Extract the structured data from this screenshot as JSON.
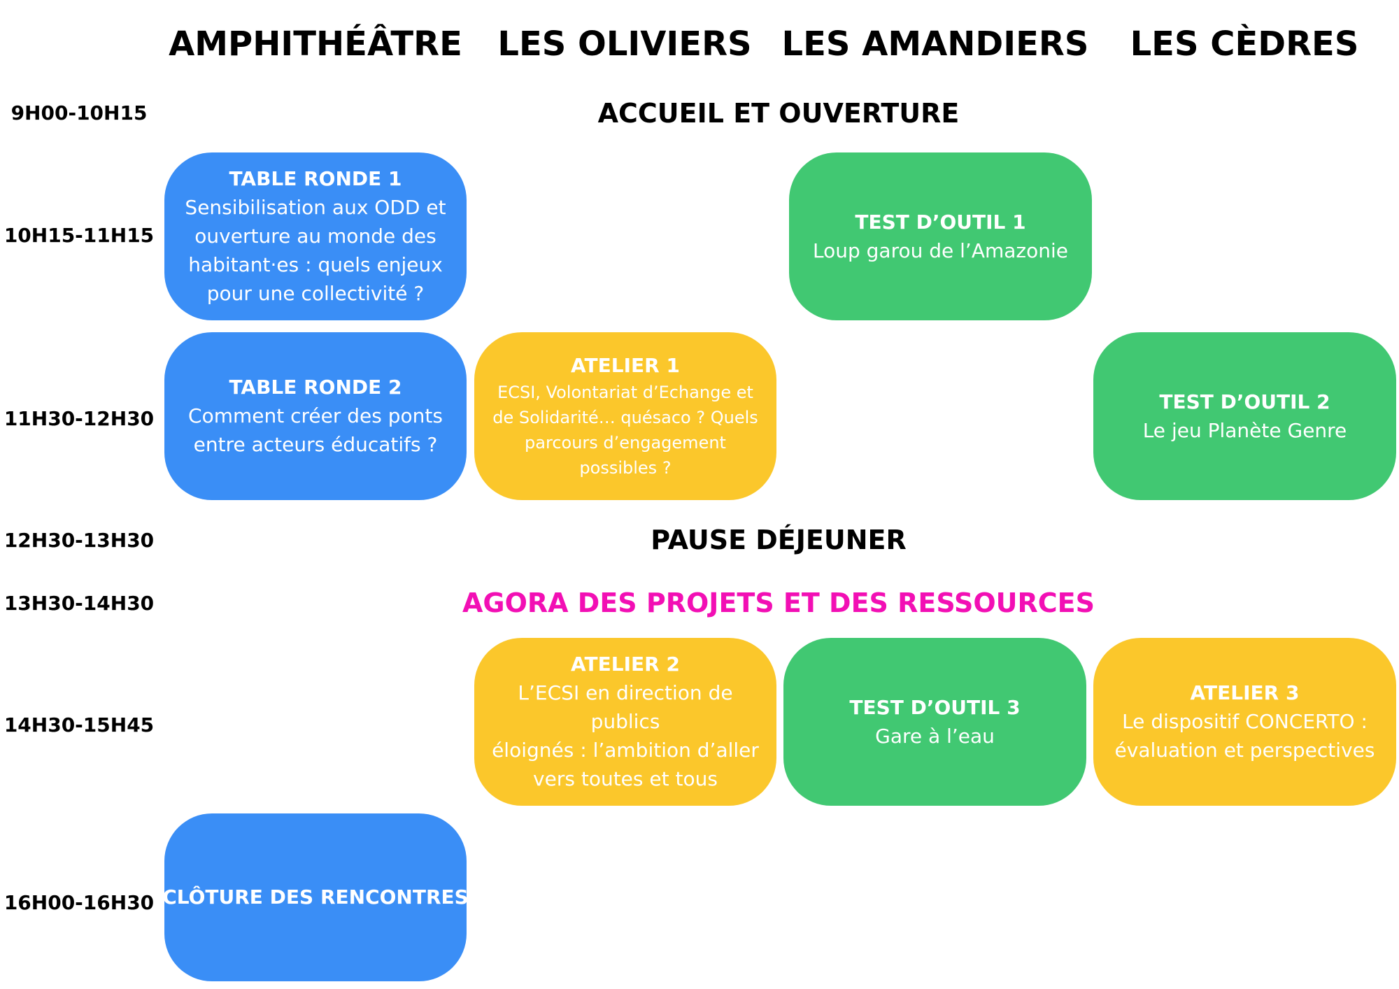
{
  "rooms": [
    "AMPHITHÉÂTRE",
    "LES OLIVIERS",
    "LES AMANDIERS",
    "LES CÈDRES"
  ],
  "times": [
    "9H00-10H15",
    "10H15-11H15",
    "11H30-12H30",
    "12H30-13H30",
    "13H30-14H30",
    "14H30-15H45",
    "16H00-16H30"
  ],
  "banners": {
    "welcome": "ACCUEIL ET OUVERTURE",
    "lunch": "PAUSE DÉJEUNER",
    "agora": "AGORA DES PROJETS ET DES RESSOURCES"
  },
  "sessions": {
    "table_ronde_1": {
      "title": "TABLE RONDE 1",
      "lines": [
        "Sensibilisation aux ODD et",
        "ouverture au monde des",
        "habitant·es : quels enjeux",
        "pour une collectivité ?"
      ]
    },
    "test_outil_1": {
      "title": "TEST D’OUTIL 1",
      "lines": [
        "Loup garou de l’Amazonie"
      ]
    },
    "table_ronde_2": {
      "title": "TABLE RONDE 2",
      "lines": [
        "Comment créer des ponts",
        "entre acteurs éducatifs ?"
      ]
    },
    "atelier_1": {
      "title": "ATELIER 1",
      "lines": [
        "ECSI, Volontariat d’Echange et",
        "de Solidarité… quésaco ? Quels",
        "parcours d’engagement",
        "possibles ?"
      ]
    },
    "test_outil_2": {
      "title": "TEST D’OUTIL 2",
      "lines": [
        "Le jeu Planète Genre"
      ]
    },
    "atelier_2": {
      "title": "ATELIER 2",
      "lines": [
        "L’ECSI en direction de publics",
        "éloignés : l’ambition d’aller",
        "vers toutes et tous"
      ]
    },
    "test_outil_3": {
      "title": "TEST D’OUTIL 3",
      "lines": [
        "Gare à l’eau"
      ]
    },
    "atelier_3": {
      "title": "ATELIER 3",
      "lines": [
        "Le dispositif CONCERTO :",
        "évaluation et perspectives"
      ]
    },
    "cloture": {
      "title": "CLÔTURE DES RENCONTRES"
    }
  },
  "colors": {
    "blue": "#3a8ef6",
    "green": "#41c872",
    "yellow": "#fbc72b",
    "agora_magenta": "#f20fb4",
    "text": "#000000"
  }
}
